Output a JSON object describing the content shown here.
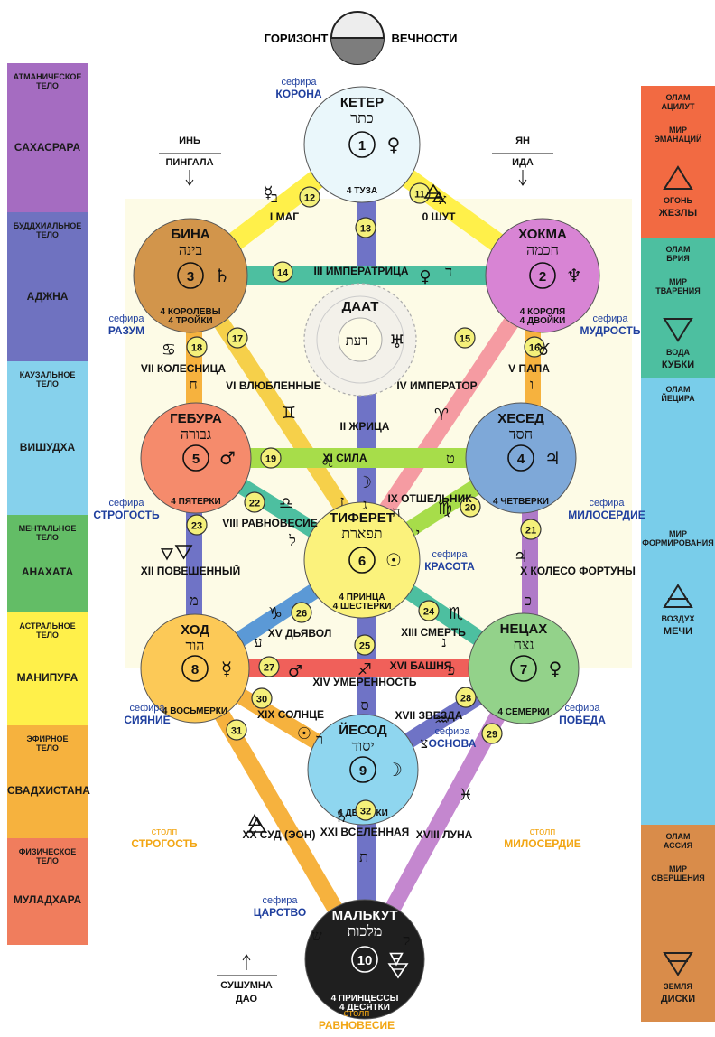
{
  "top": {
    "left": "ГОРИЗОНТ",
    "right": "ВЕЧНОСТИ"
  },
  "bodies": [
    {
      "small": "АТМАНИЧЕСКОЕ\nТЕЛО",
      "big": "САХАСРАРА",
      "color": "#a56cc1"
    },
    {
      "small": "БУДДХИАЛЬНОЕ\nТЕЛО",
      "big": "АДЖНА",
      "color": "#6f72c0"
    },
    {
      "small": "КАУЗАЛЬНОЕ\nТЕЛО",
      "big": "ВИШУДХА",
      "color": "#86d1ec"
    },
    {
      "small": "МЕНТАЛЬНОЕ\nТЕЛО",
      "big": "АНАХАТА",
      "color": "#63bd66"
    },
    {
      "small": "АСТРАЛЬНОЕ\nТЕЛО",
      "big": "МАНИПУРА",
      "color": "#fff04a"
    },
    {
      "small": "ЭФИРНОЕ\nТЕЛО",
      "big": "СВАДХИСТАНА",
      "color": "#f6b23e"
    },
    {
      "small": "ФИЗИЧЕСКОЕ\nТЕЛО",
      "big": "МУЛАДХАРА",
      "color": "#f07d5d"
    }
  ],
  "worlds": [
    {
      "a": "ОЛАМ\nАЦИЛУТ",
      "b": "МИР\nЭМАНАЦИЙ",
      "c": "ОГОНЬ",
      "d": "ЖЕЗЛЫ",
      "color": "#f26a42"
    },
    {
      "a": "ОЛАМ\nБРИЯ",
      "b": "МИР\nТВАРЕНИЯ",
      "c": "ВОДА",
      "d": "КУБКИ",
      "color": "#4dbfa0"
    },
    {
      "a": "ОЛАМ\nЙЕЦИРА",
      "b": "МИР\nФОРМИРОВАНИЯ",
      "c": "ВОЗДУХ",
      "d": "МЕЧИ",
      "color": "#79cdea"
    },
    {
      "a": "ОЛАМ\nАССИЯ",
      "b": "МИР\nСВЕРШЕНИЯ",
      "c": "ЗЕМЛЯ",
      "d": "ДИСКИ",
      "color": "#d98c4a"
    }
  ],
  "sephirot": [
    {
      "name": "КЕТЕР",
      "heb": "כתר",
      "n": "1",
      "sub": "4 ТУЗА",
      "planet": "♀",
      "color": "#eaf7fb",
      "tag": "сефира",
      "tagname": "КОРОНА"
    },
    {
      "name": "ХОКМА",
      "heb": "חכמה",
      "n": "2",
      "sub": "4 КОРОЛЯ\n4 ДВОЙКИ",
      "planet": "♆",
      "color": "#d884d4",
      "tag": "сефира",
      "tagname": "МУДРОСТЬ"
    },
    {
      "name": "БИНА",
      "heb": "בינה",
      "n": "3",
      "sub": "4 КОРОЛЕВЫ\n4 ТРОЙКИ",
      "planet": "♄",
      "color": "#d2954b",
      "tag": "сефира",
      "tagname": "РАЗУМ"
    },
    {
      "name": "ХЕСЕД",
      "heb": "חסד",
      "n": "4",
      "sub": "4 ЧЕТВЕРКИ",
      "planet": "♃",
      "color": "#7ea8d8",
      "tag": "сефира",
      "tagname": "МИЛОСЕРДИЕ"
    },
    {
      "name": "ГЕБУРА",
      "heb": "גבורה",
      "n": "5",
      "sub": "4 ПЯТЕРКИ",
      "planet": "♂",
      "color": "#f58b6c",
      "tag": "сефира",
      "tagname": "СТРОГОСТЬ"
    },
    {
      "name": "ТИФЕРЕТ",
      "heb": "תפארת",
      "n": "6",
      "sub": "4 ПРИНЦА\n4 ШЕСТЕРКИ",
      "planet": "☉",
      "color": "#fbf27c",
      "tag": "сефира",
      "tagname": "КРАСОТА"
    },
    {
      "name": "НЕЦАХ",
      "heb": "נצח",
      "n": "7",
      "sub": "4 СЕМЕРКИ",
      "planet": "♀",
      "color": "#93d28a",
      "tag": "сефира",
      "tagname": "ПОБЕДА"
    },
    {
      "name": "ХОД",
      "heb": "הוד",
      "n": "8",
      "sub": "4 ВОСЬМЕРКИ",
      "planet": "☿",
      "color": "#fcc957",
      "tag": "сефира",
      "tagname": "СИЯНИЕ"
    },
    {
      "name": "ЙЕСОД",
      "heb": "יסוד",
      "n": "9",
      "sub": "4 ДЕВЯТКИ",
      "planet": "☽",
      "color": "#8fd6ef",
      "tag": "сефира",
      "tagname": "ОСНОВА"
    },
    {
      "name": "МАЛЬКУТ",
      "heb": "מלכות",
      "n": "10",
      "sub": "4 ПРИНЦЕССЫ\n4 ДЕСЯТКИ",
      "planet": "🜃",
      "color": "#1f1f1f",
      "tag": "сефира",
      "tagname": "ЦАРСТВО"
    }
  ],
  "daat": {
    "name": "ДААТ",
    "heb": "דעת",
    "planet": "♅"
  },
  "channels": {
    "c11": {
      "n": "11",
      "label": "0 ШУТ",
      "letter": "א",
      "sign": "🜁"
    },
    "c12": {
      "n": "12",
      "label": "I МАГ",
      "letter": "ב",
      "sign": "☿"
    },
    "c13": {
      "n": "13",
      "label": "II ЖРИЦА",
      "letter": "ג",
      "sign": "☽"
    },
    "c14": {
      "n": "14",
      "label": "III ИМПЕРАТРИЦА",
      "letter": "ד",
      "sign": "♀"
    },
    "c15": {
      "n": "15",
      "label": "IV ИМПЕРАТОР",
      "letter": "ה",
      "sign": "♈"
    },
    "c16": {
      "n": "16",
      "label": "V ПАПА",
      "letter": "ו",
      "sign": "♉"
    },
    "c17": {
      "n": "17",
      "label": "VI ВЛЮБЛЕННЫЕ",
      "letter": "ז",
      "sign": "♊"
    },
    "c18": {
      "n": "18",
      "label": "VII КОЛЕСНИЦА",
      "letter": "ח",
      "sign": "♋"
    },
    "c19": {
      "n": "19",
      "label": "XI СИЛА",
      "letter": "ט",
      "sign": "♌"
    },
    "c20": {
      "n": "20",
      "label": "IX ОТШЕЛЬНИК",
      "letter": "י",
      "sign": "♍"
    },
    "c21": {
      "n": "21",
      "label": "X КОЛЕСО ФОРТУНЫ",
      "letter": "כ",
      "sign": "♃"
    },
    "c22": {
      "n": "22",
      "label": "VIII РАВНОВЕСИЕ",
      "letter": "ל",
      "sign": "♎"
    },
    "c23": {
      "n": "23",
      "label": "XII ПОВЕШЕННЫЙ",
      "letter": "מ",
      "sign": "🜄"
    },
    "c24": {
      "n": "24",
      "label": "XIII СМЕРТЬ",
      "letter": "נ",
      "sign": "♏"
    },
    "c25": {
      "n": "25",
      "label": "XIV УМЕРЕННОСТЬ",
      "letter": "ס",
      "sign": "♐"
    },
    "c26": {
      "n": "26",
      "label": "XV ДЬЯВОЛ",
      "letter": "ע",
      "sign": "♑"
    },
    "c27": {
      "n": "27",
      "label": "XVI БАШНЯ",
      "letter": "פ",
      "sign": "♂"
    },
    "c28": {
      "n": "28",
      "label": "XVII ЗВЕЗДА",
      "letter": "צ",
      "sign": "♒"
    },
    "c29": {
      "n": "29",
      "label": "XVIII ЛУНА",
      "letter": "ק",
      "sign": "♓"
    },
    "c30": {
      "n": "30",
      "label": "XIX СОЛНЦЕ",
      "letter": "ר",
      "sign": "☉"
    },
    "c31": {
      "n": "31",
      "label": "XX СУД (ЭОН)",
      "letter": "ש",
      "sign": "🜂"
    },
    "c32": {
      "n": "32",
      "label": "XXI ВСЕЛЕННАЯ",
      "letter": "ת",
      "sign": "♄"
    }
  },
  "pillars": {
    "left": {
      "a": "столп",
      "b": "СТРОГОСТЬ"
    },
    "right": {
      "a": "столп",
      "b": "МИЛОСЕРДИЕ"
    },
    "mid": {
      "a": "столп",
      "b": "РАВНОВЕСИЕ"
    }
  },
  "nadis": {
    "yin": {
      "a": "ИНЬ",
      "b": "ПИНГАЛА"
    },
    "yan": {
      "a": "ЯН",
      "b": "ИДА"
    },
    "sush": {
      "a": "СУШУМНА",
      "b": "ДАО"
    }
  }
}
